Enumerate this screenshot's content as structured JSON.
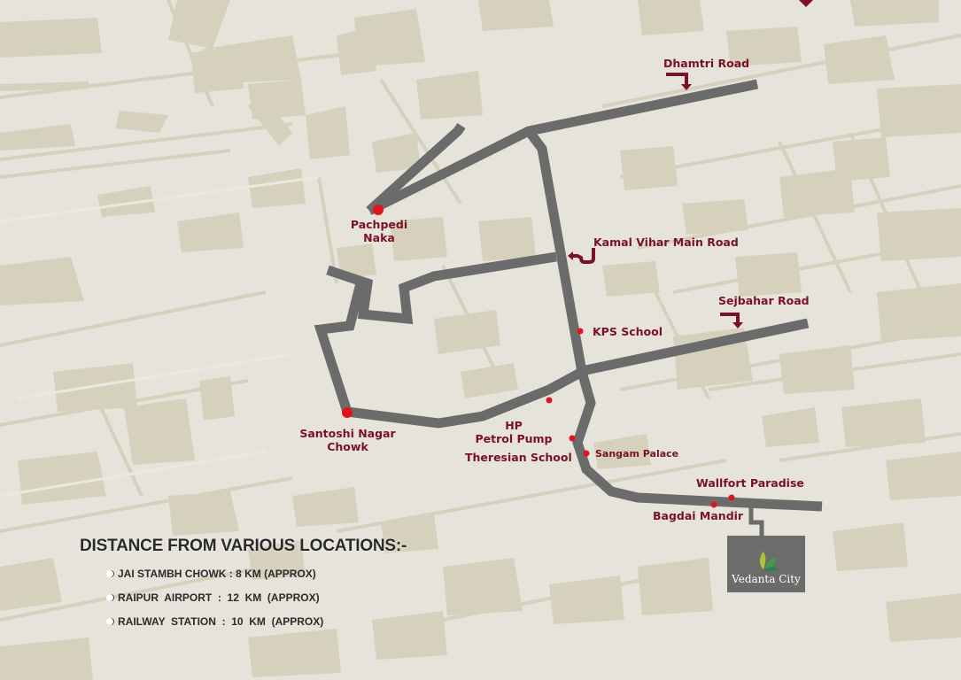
{
  "map": {
    "background_color": "#e6e3da",
    "block_color": "#d6d1bd",
    "road_color": "#6b6b6b",
    "label_color": "#7a1127",
    "marker_color": "#e0141e"
  },
  "road_labels": {
    "dhamtri": "Dhamtri Road",
    "kamal_vihar": "Kamal Vihar Main Road",
    "sejbahar": "Sejbahar Road"
  },
  "places": {
    "pachpedi_1": "Pachpedi",
    "pachpedi_2": "Naka",
    "kps": "KPS School",
    "santoshi_1": "Santoshi Nagar",
    "santoshi_2": "Chowk",
    "hp_1": "HP",
    "hp_2": "Petrol Pump",
    "theresian": "Theresian School",
    "sangam": "Sangam Palace",
    "wallfort": "Wallfort Paradise",
    "bagdai": "Bagdai Mandir"
  },
  "project": {
    "name": "Vedanta City",
    "logo_icon": "leaf-logo-icon"
  },
  "distances": {
    "title": "DISTANCE FROM VARIOUS LOCATIONS:-",
    "items": [
      {
        "label": "JAI STAMBH CHOWK : 8 KM (APPROX)"
      },
      {
        "label": "RAIPUR  AIRPORT  :  12  KM  (APPROX)"
      },
      {
        "label": "RAILWAY  STATION  :  10  KM  (APPROX)"
      }
    ]
  }
}
